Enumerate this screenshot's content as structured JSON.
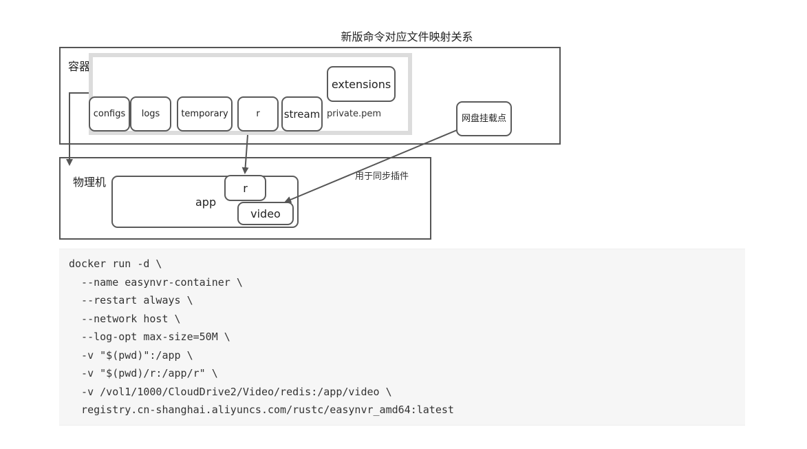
{
  "title": "新版命令对应文件映射关系",
  "container": {
    "label": "容器",
    "boxes": {
      "configs": "configs",
      "logs": "logs",
      "temporary": "temporary",
      "r": "r",
      "stream": "stream",
      "extensions": "extensions"
    },
    "private_pem": "private.pem"
  },
  "mount_point": "网盘挂载点",
  "sync_note": "用于同步插件",
  "host": {
    "label": "物理机",
    "app": "app",
    "r": "r",
    "video": "video"
  },
  "code": {
    "lines": [
      "docker run -d \\",
      "  --name easynvr-container \\",
      "  --restart always \\",
      "  --network host \\",
      "  --log-opt max-size=50M \\",
      "  -v \"$(pwd)\":/app \\",
      "  -v \"$(pwd)/r:/app/r\" \\",
      "  -v /vol1/1000/CloudDrive2/Video/redis:/app/video \\",
      "  registry.cn-shanghai.aliyuncs.com/rustc/easynvr_amd64:latest"
    ]
  }
}
